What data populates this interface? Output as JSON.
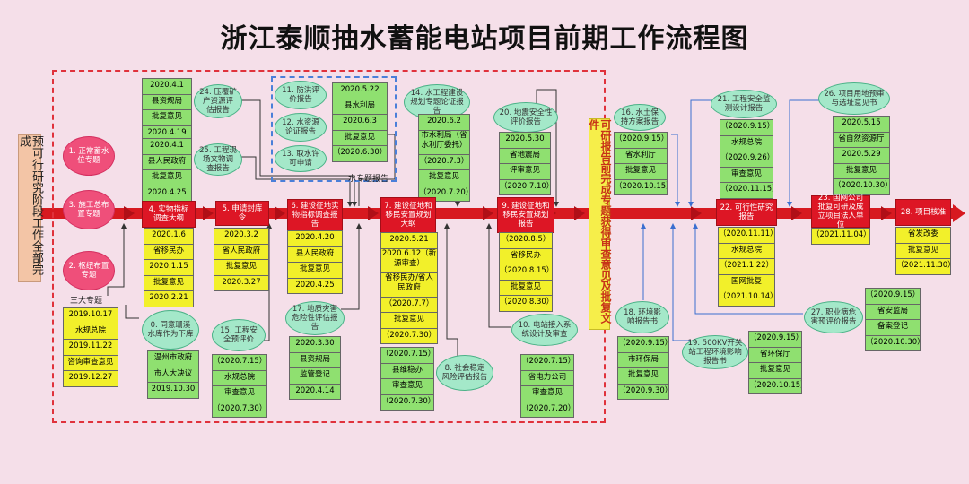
{
  "title": "浙江泰顺抽水蓄能电站项目前期工作流程图",
  "left_label": "预可行研究阶段工作全部完成",
  "right_label": "可研报告前完成专题获得审查意见及批复文件",
  "water_topics_label": "水专题报告",
  "three_topics_label": "三大专题",
  "colors": {
    "background": "#f5dfe9",
    "main_arrow": "#d71920",
    "green_cell": "#8fe070",
    "yellow_cell": "#f2f02a",
    "red_node": "#dd1625",
    "ellipse": "#a4e8c9"
  },
  "three_topics": [
    {
      "label": "1. 正常蓄水位专题"
    },
    {
      "label": "3. 施工总布置专题"
    },
    {
      "label": "2. 枢纽布置专题"
    }
  ],
  "three_topics_table": [
    "2019.10.17",
    "水规总院",
    "2019.11.22",
    "咨询审查意见",
    "2019.12.27"
  ],
  "main_nodes": [
    {
      "label": "4. 实物指标调查大纲",
      "cells": [
        "2020.1.6",
        "省移民办",
        "2020.1.15",
        "批复意见",
        "2020.2.21"
      ]
    },
    {
      "label": "5. 申请封库令",
      "cells": [
        "2020.3.2",
        "省人民政府",
        "批复意见",
        "2020.3.27"
      ]
    },
    {
      "label": "6. 建设征地实物指标调查报告",
      "cells": [
        "2020.4.20",
        "县人民政府",
        "批复意见",
        "2020.4.25"
      ]
    },
    {
      "label": "7. 建设征地和移民安置规划大纲",
      "cells": [
        "2020.5.21",
        "2020.6.12（新源审查）",
        "省移民办/省人民政府",
        "（2020.7.7）",
        "批复意见",
        "（2020.7.30）"
      ]
    },
    {
      "label": "9. 建设征地和移民安置规划报告",
      "cells": [
        "（2020.8.5）",
        "省移民办",
        "（2020.8.15）",
        "批复意见",
        "（2020.8.30）"
      ]
    },
    {
      "label": "22. 可行性研究报告",
      "cells": [
        "（2020.11.11）",
        "水规总院",
        "（2021.1.22）",
        "国网批复",
        "（2021.10.14）"
      ]
    },
    {
      "label": "23. 国网公司批复可研及成立项目法人单位",
      "cells": [
        "（2021.11.04）"
      ]
    },
    {
      "label": "28. 项目核准",
      "cells": [
        "省发改委",
        "批复意见",
        "（2021.11.30）"
      ]
    }
  ],
  "upper_topics": [
    {
      "label": "24. 压覆矿产资源评估报告",
      "cells": [
        "2020.4.1",
        "县资规局",
        "批复意见",
        "2020.4.19"
      ]
    },
    {
      "label": "25. 工程现场文物调查报告",
      "cells": [
        "2020.4.1",
        "县人民政府",
        "批复意见",
        "2020.4.25"
      ]
    },
    {
      "label": "14. 水工程建设规划专题论证报告",
      "cells": [
        "2020.6.2",
        "市水利局（省水利厅委托）",
        "（2020.7.3）",
        "批复意见",
        "（2020.7.20）"
      ]
    },
    {
      "label": "20. 地震安全性评价报告",
      "cells": [
        "2020.5.30",
        "省地震局",
        "评审意见",
        "（2020.7.10）"
      ]
    },
    {
      "label": "16. 水土保持方案报告",
      "cells": [
        "（2020.9.15）",
        "省水利厅",
        "批复意见",
        "（2020.10.15）"
      ]
    },
    {
      "label": "21. 工程安全监测设计报告",
      "cells": [
        "（2020.9.15）",
        "水规总院",
        "（2020.9.26）",
        "审查意见",
        "（2020.11.15）"
      ]
    },
    {
      "label": "26. 项目用地预审与选址意见书",
      "cells": [
        "2020.5.15",
        "省自然资源厅",
        "2020.5.29",
        "批复意见",
        "（2020.10.30）"
      ]
    }
  ],
  "water_topics": [
    {
      "label": "11. 防洪评价报告"
    },
    {
      "label": "12. 水资源论证报告"
    },
    {
      "label": "13. 取水许可申请"
    }
  ],
  "water_cells": [
    "2020.5.22",
    "县水利局",
    "2020.6.3",
    "批复意见",
    "（2020.6.30）"
  ],
  "lower_topics": [
    {
      "label": "0. 同意珊溪水库作为下库",
      "cells": [
        "温州市政府",
        "市人大决议",
        "2019.10.30"
      ]
    },
    {
      "label": "15. 工程安全预评价",
      "cells": [
        "（2020.7.15）",
        "水规总院",
        "审查意见",
        "（2020.7.30）"
      ]
    },
    {
      "label": "17. 地质灾害危险性评估报告",
      "cells": [
        "2020.3.30",
        "县资规局",
        "监管登记",
        "2020.4.14"
      ]
    },
    {
      "label": "8. 社会稳定风险评估报告",
      "cells": [
        "（2020.7.15）",
        "县维稳办",
        "审查意见",
        "（2020.7.30）"
      ]
    },
    {
      "label": "10. 电站接入系统设计及审查",
      "cells": [
        "（2020.7.15）",
        "省电力公司",
        "审查意见",
        "（2020.7.20）"
      ]
    },
    {
      "label": "18. 环境影响报告书",
      "cells": [
        "（2020.9.15）",
        "市环保局",
        "批复意见",
        "（2020.9.30）"
      ]
    },
    {
      "label": "19. 500KV开关站工程环境影响报告书",
      "cells": [
        "（2020.9.15）",
        "省环保厅",
        "批复意见",
        "（2020.10.15）"
      ]
    },
    {
      "label": "27. 职业病危害预评价报告",
      "cells": [
        "（2020.9.15）",
        "省安监局",
        "备案登记",
        "（2020.10.30）"
      ]
    }
  ]
}
